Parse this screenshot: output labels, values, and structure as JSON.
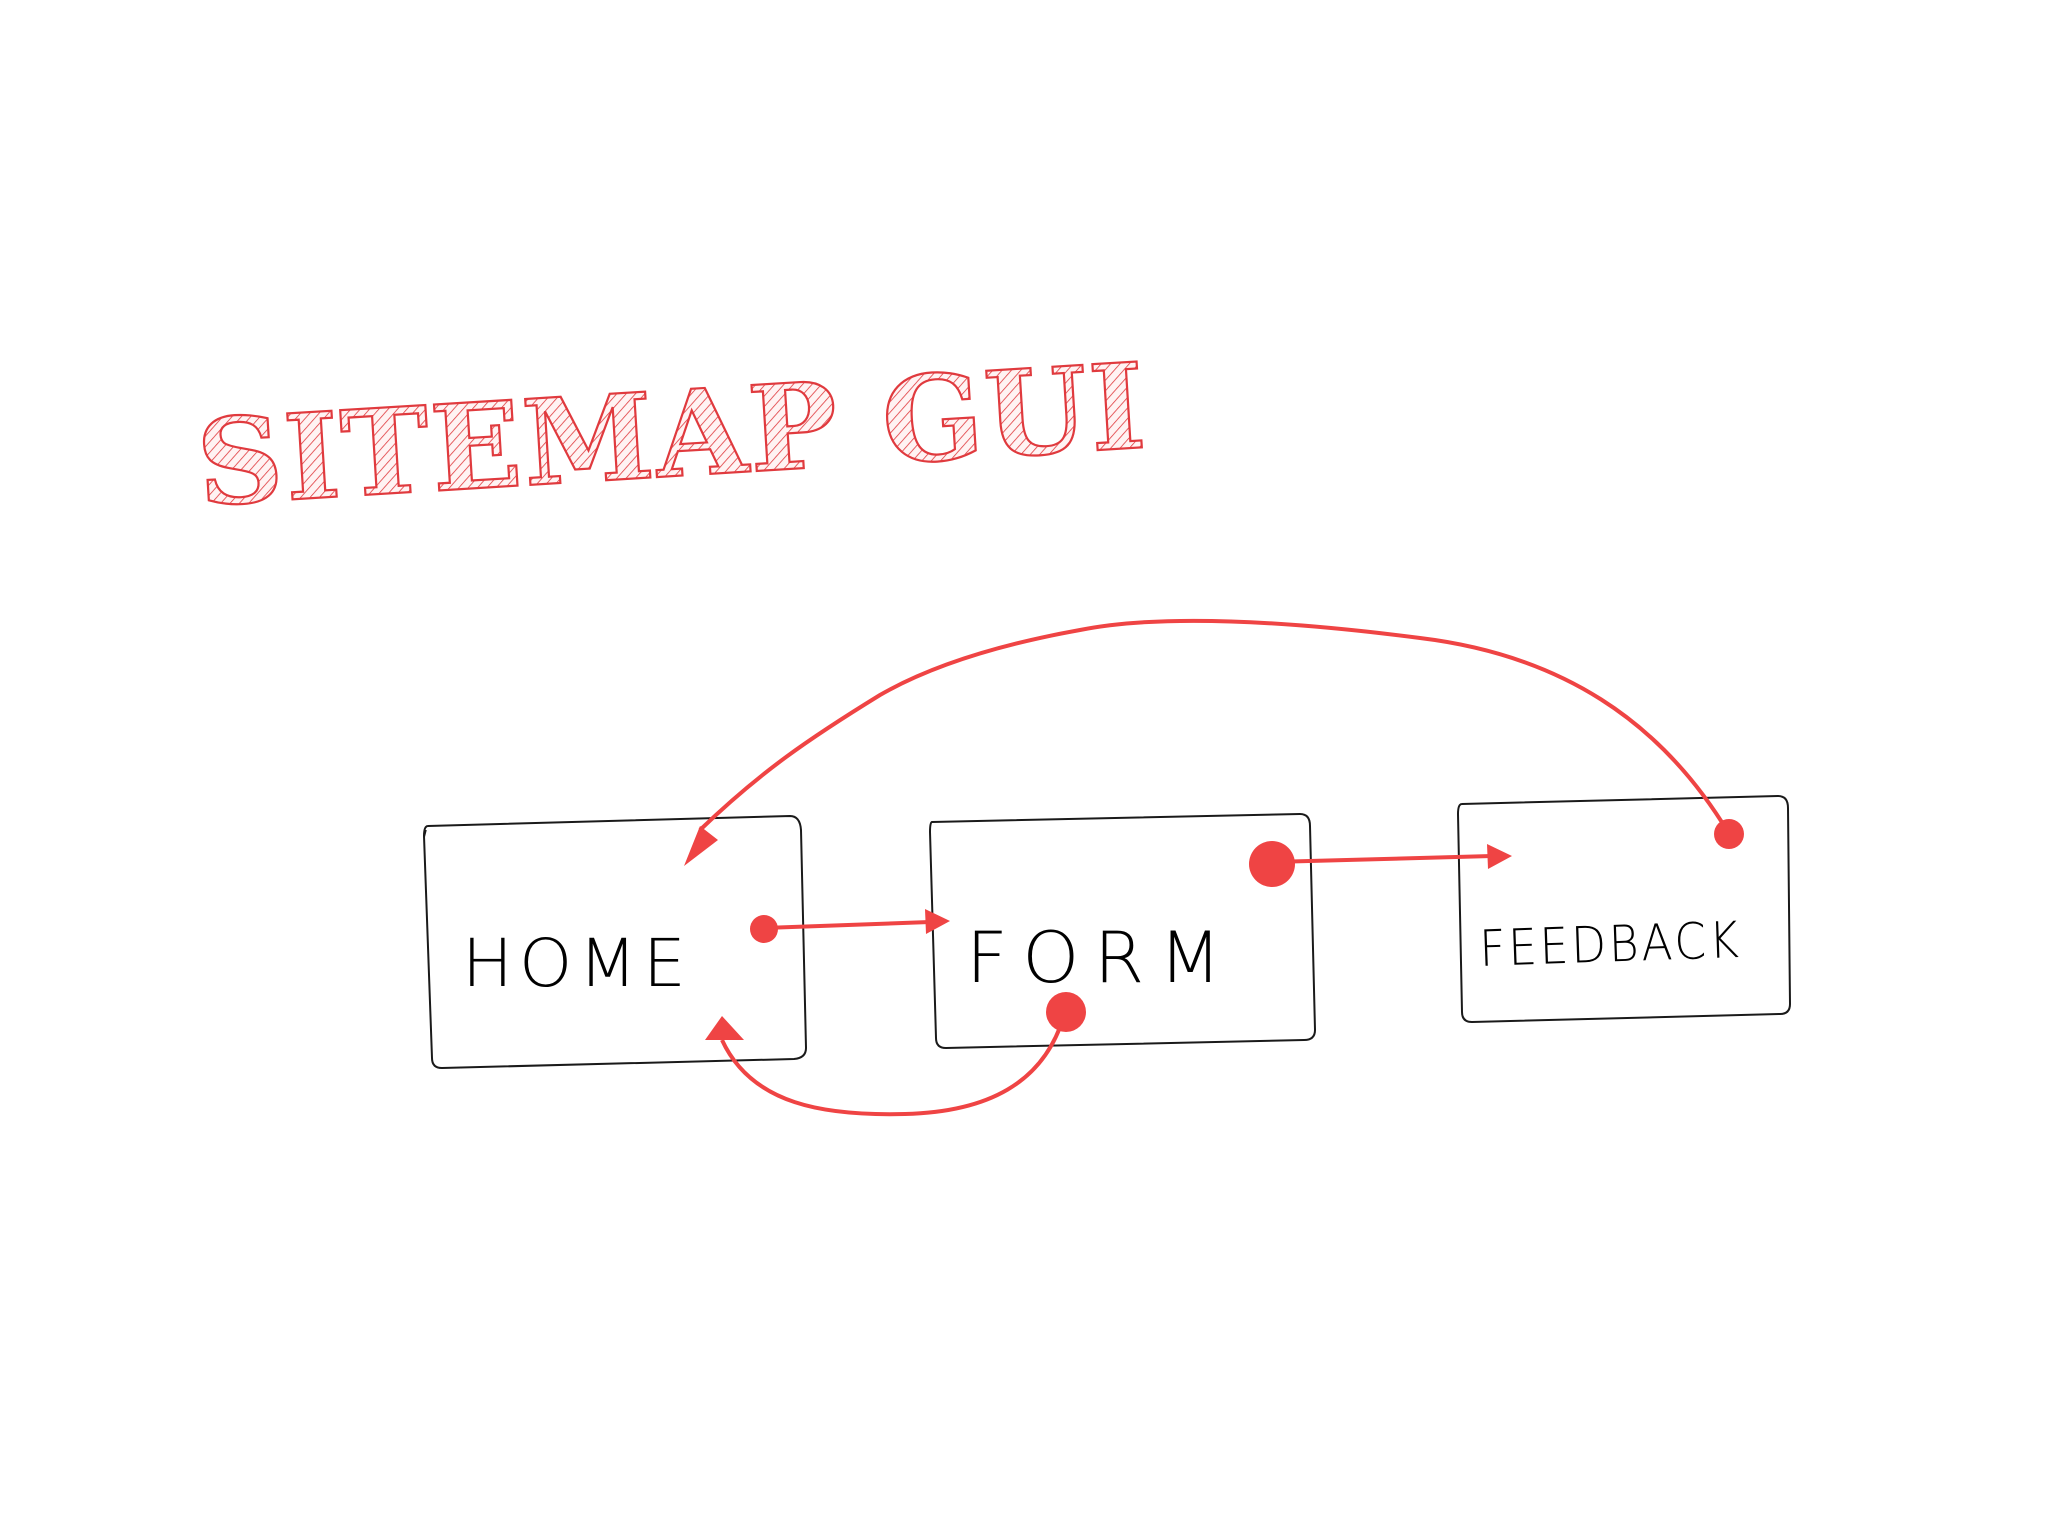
{
  "title": {
    "text": "SITEMAP GUI",
    "color": "#e03a3e"
  },
  "colors": {
    "box_stroke": "#1a1a1a",
    "arrow": "#ef4444",
    "label": "#000000",
    "background": "#ffffff"
  },
  "nodes": [
    {
      "id": "home",
      "label": "HOME"
    },
    {
      "id": "form",
      "label": "FORM"
    },
    {
      "id": "feedback",
      "label": "FEEDBACK"
    }
  ],
  "edges": [
    {
      "from": "home",
      "to": "form",
      "style": "dot-to-arrow"
    },
    {
      "from": "form",
      "to": "feedback",
      "style": "dot-to-arrow"
    },
    {
      "from": "form",
      "to": "home",
      "style": "dot-to-arrow"
    },
    {
      "from": "feedback",
      "to": "home",
      "style": "dot-to-arrow"
    }
  ]
}
